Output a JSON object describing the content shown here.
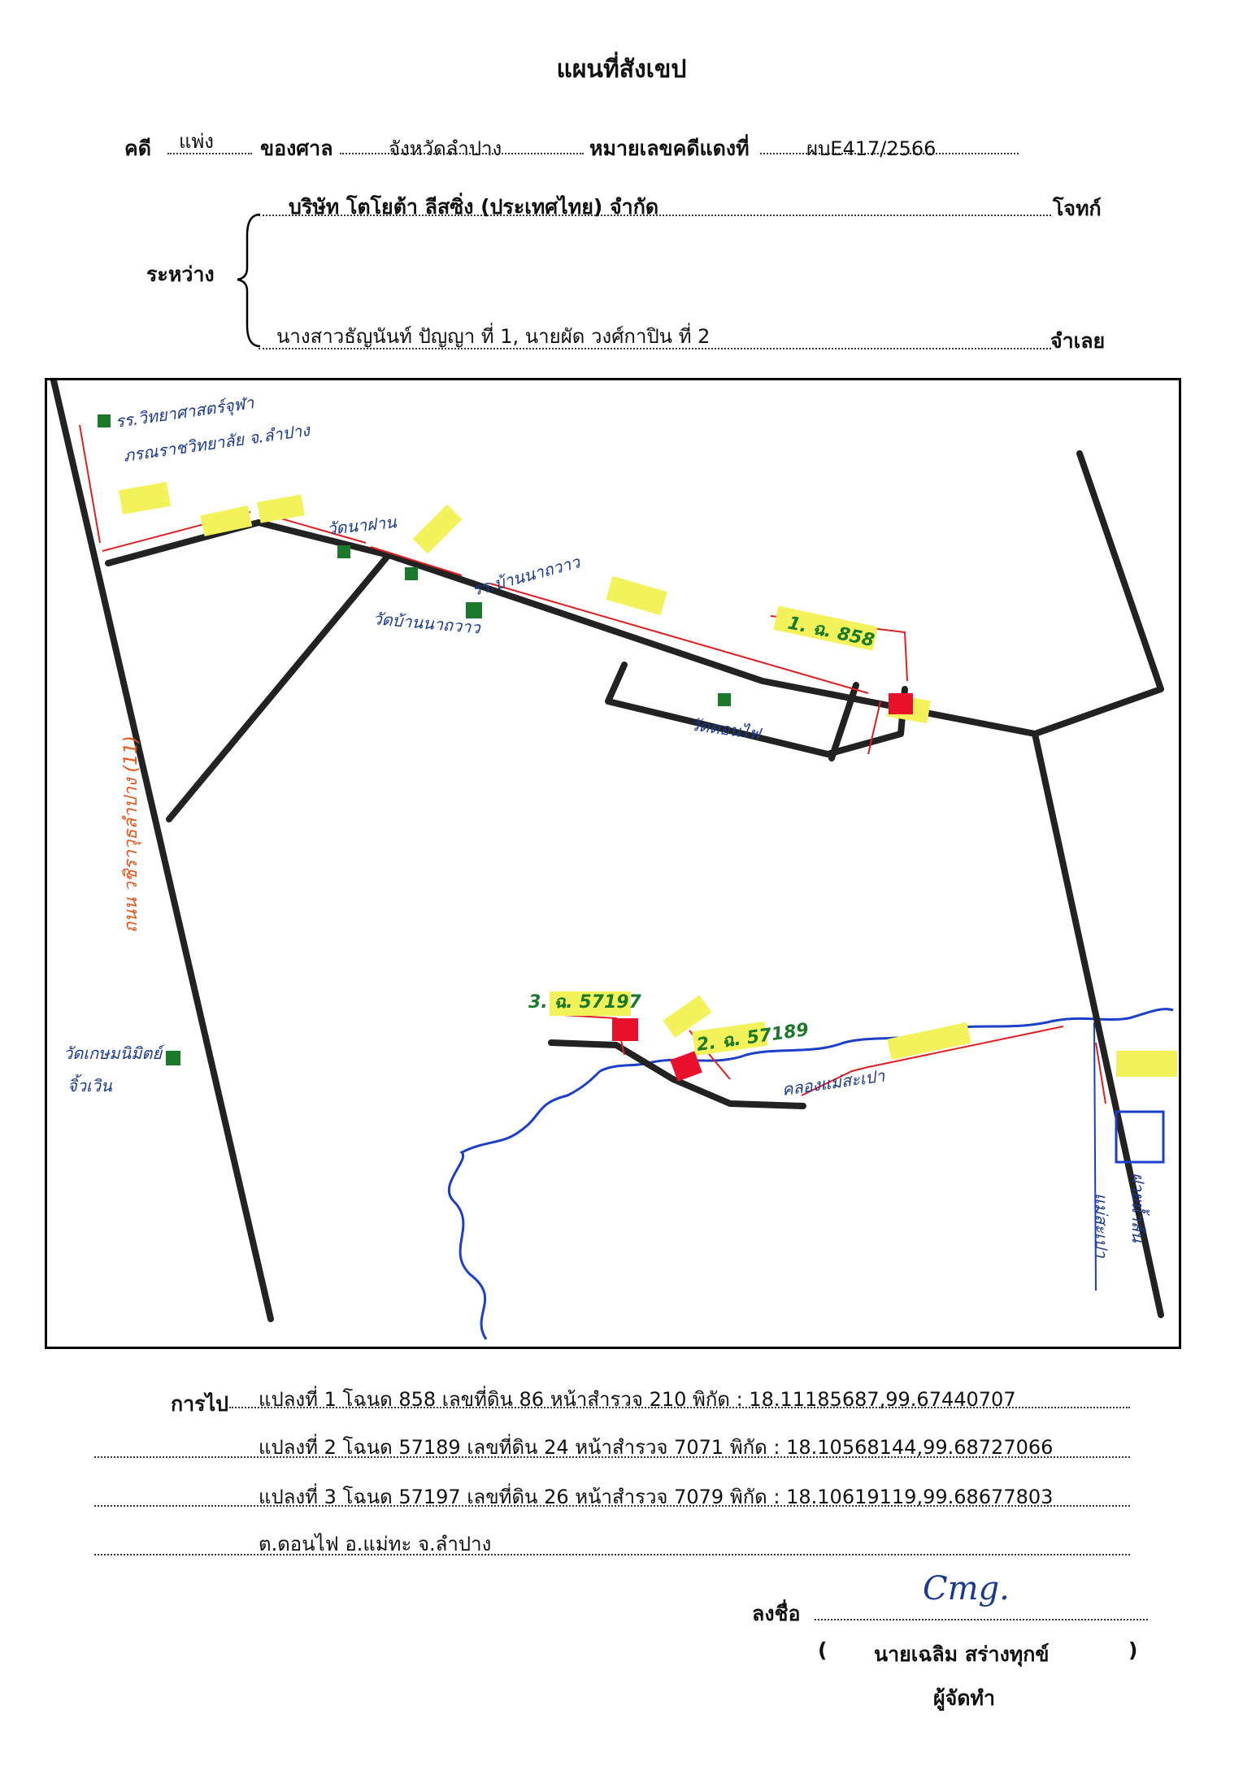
{
  "title": "แผนที่สังเขป",
  "case": {
    "kind_label": "คดี",
    "kind_value": "แพ่ง",
    "court_label": "ของศาล",
    "court_value": "จังหวัดลำปาง",
    "number_label": "หมายเลขคดีแดงที่",
    "number_value": "ผบE417/2566"
  },
  "parties": {
    "between_label": "ระหว่าง",
    "plaintiff_name": "บริษัท โตโยต้า ลีสซิ่ง (ประเทศไทย) จำกัด",
    "plaintiff_label": "โจทก์",
    "defendant_name": "นางสาวธัญนันท์ ปัญญา ที่ 1, นายผัด วงศ์กาปิน ที่ 2",
    "defendant_label": "จำเลย"
  },
  "map": {
    "landmarks": [
      "รร.วิทยาศาสตร์จุฬา",
      "ภรณราชวิทยาลัย จ.ลำปาง",
      "วัดนาฝาน",
      "รร.บ้านนาถวาว",
      "วัดบ้านนาถวาว",
      "วัดดอนไฟ",
      "วัดเกษมนิมิตย์",
      "จิ้วเวิน",
      "คลองแม่สะเปา",
      "แม่สะเปา",
      "ฝายน้ำล้น"
    ],
    "road_label": "ถนน วชิราวุธลำปาง (11)",
    "parcels": [
      "1. ฉ. 858",
      "2. ฉ. 57189",
      "3. ฉ. 57197"
    ],
    "colors": {
      "road": "#222222",
      "measure": "#e02020",
      "parcel": "#e8102a",
      "highlight": "#f3f25a",
      "water": "#1b3fc8",
      "landmark": "#1a7a2a",
      "ink": "#1a3a8f",
      "road_label": "#e8541c"
    }
  },
  "directions": {
    "label": "การไป",
    "lines": [
      "แปลงที่ 1   โฉนด 858  เลขที่ดิน 86 หน้าสำรวจ 210   พิกัด :  18.11185687,99.67440707",
      "แปลงที่ 2   โฉนด 57189  เลขที่ดิน 24 หน้าสำรวจ 7071  พิกัด :  18.10568144,99.68727066",
      "แปลงที่ 3   โฉนด 57197  เลขที่ดิน 26 หน้าสำรวจ 7079  พิกัด :  18.10619119,99.68677803",
      "ต.ดอนไฟ  อ.แม่ทะ  จ.ลำปาง"
    ]
  },
  "signature": {
    "label": "ลงชื่อ",
    "open_paren": "(",
    "name": "นายเฉลิม  สร่างทุกข์",
    "close_paren": ")",
    "role": "ผู้จัดทำ"
  }
}
